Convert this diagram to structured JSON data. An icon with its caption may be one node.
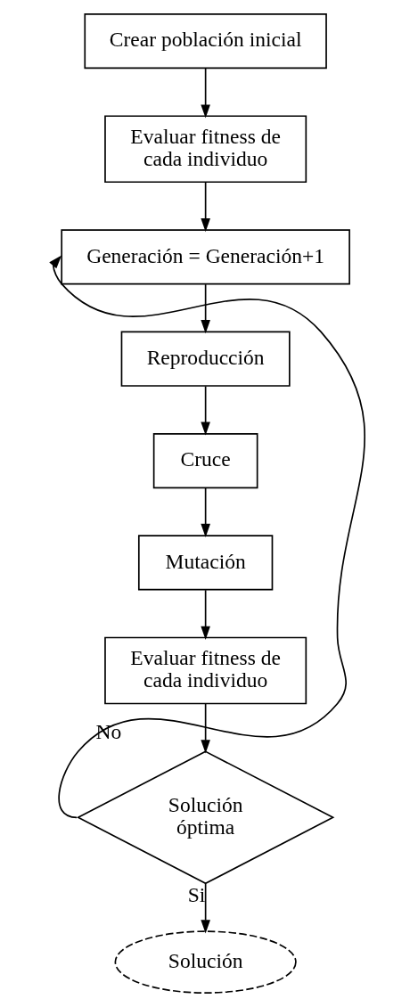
{
  "diagram": {
    "nodes": [
      {
        "text": [
          "Crear población inicial"
        ]
      },
      {
        "text": [
          "Evaluar fitness de cada individuo"
        ]
      },
      {
        "text": [
          "Generación = Generación+1"
        ]
      },
      {
        "text": [
          "Reproducción"
        ]
      },
      {
        "text": [
          "Cruce"
        ]
      },
      {
        "text": [
          "Mutación"
        ]
      },
      {
        "text": [
          "Evaluar fitness de cada individuo"
        ]
      },
      {
        "text": [
          "Solución óptima"
        ]
      },
      {
        "text": [
          "Solución"
        ]
      }
    ],
    "edges": [
      {
        "from": 0,
        "to": 1,
        "arrow": "to"
      },
      {
        "from": 1,
        "to": 2,
        "arrow": "to"
      },
      {
        "from": 2,
        "to": 3,
        "arrow": "to"
      },
      {
        "from": 3,
        "to": 4,
        "arrow": "to"
      },
      {
        "from": 4,
        "to": 5,
        "arrow": "to"
      },
      {
        "from": 5,
        "to": 6,
        "arrow": "to"
      },
      {
        "from": 6,
        "to": 7,
        "arrow": "to"
      },
      {
        "from": 7,
        "to": 8,
        "arrow": "to",
        "label": "Si"
      },
      {
        "from": 7,
        "to": 2,
        "arrow": "to",
        "label": "No"
      }
    ]
  }
}
